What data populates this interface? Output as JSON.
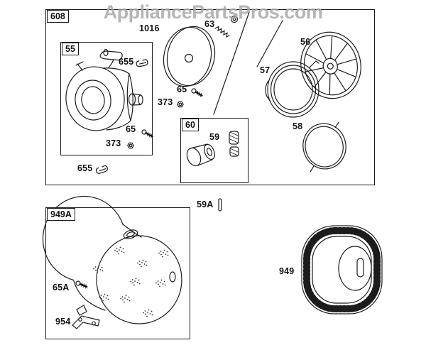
{
  "watermark": "AppliancePartsPros.com",
  "diagram": {
    "groups": {
      "main": {
        "label": "608"
      },
      "housing": {
        "label": "55"
      },
      "clutch": {
        "label": "60"
      },
      "blower": {
        "label": "949A"
      }
    },
    "callouts": {
      "disc": "1016",
      "spring_small": "63",
      "clip_top": "655",
      "screw_mid": "65",
      "nut_mid": "373",
      "screw_low": "65",
      "nut_low": "373",
      "clip_bottom": "655",
      "pulley": "56",
      "rewind_spring": "57",
      "retainer_ring": "58",
      "clutch_part": "59",
      "pin": "59A",
      "screw_blower": "65A",
      "bracket": "954",
      "drum": "949"
    }
  },
  "colors": {
    "line": "#1c1c1c",
    "watermark": "#a9a9a9"
  }
}
